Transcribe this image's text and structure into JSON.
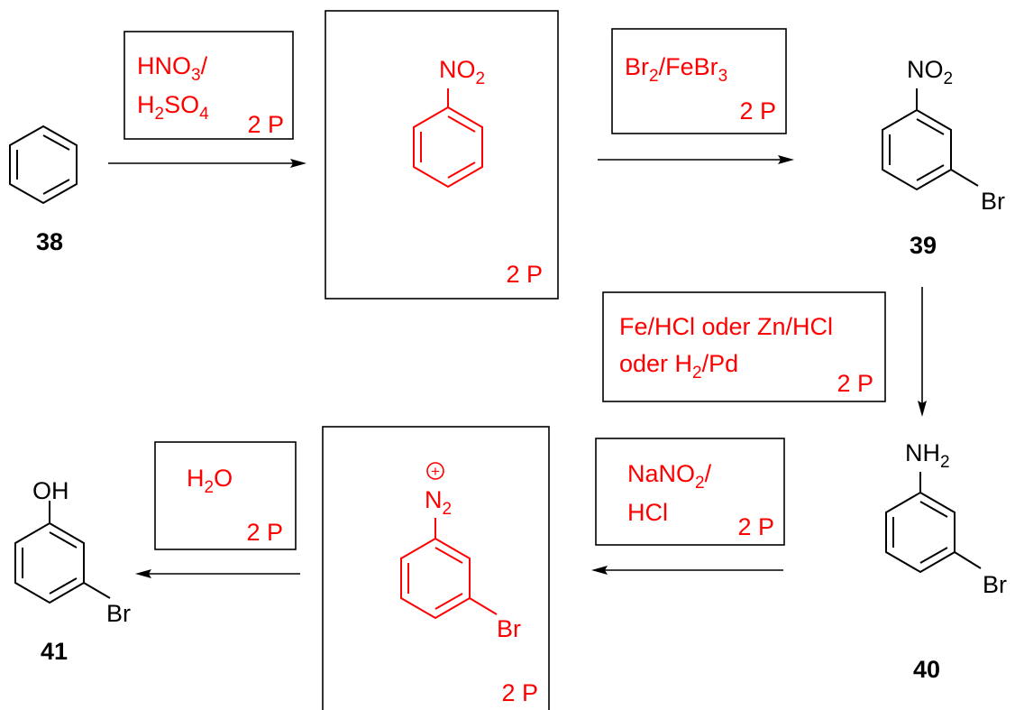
{
  "compounds": {
    "c38": {
      "number": "38"
    },
    "c39": {
      "number": "39",
      "top_group": "NO",
      "top_sub": "2",
      "side_group": "Br"
    },
    "c40": {
      "number": "40",
      "top_group": "NH",
      "top_sub": "2",
      "side_group": "Br"
    },
    "c41": {
      "number": "41",
      "top_group": "OH",
      "side_group": "Br"
    },
    "int_nitro": {
      "top_group": "NO",
      "top_sub": "2",
      "points": "2 P"
    },
    "int_diazo": {
      "top_group": "N",
      "top_sub": "2",
      "charge": "+",
      "side_group": "Br",
      "points": "2 P"
    }
  },
  "reagents": {
    "r1": {
      "line1_a": "HNO",
      "line1_sub": "3",
      "line1_b": "/",
      "line2_a": "H",
      "line2_sub": "2",
      "line2_b": "SO",
      "line2_sub2": "4",
      "points": "2 P"
    },
    "r2": {
      "a": "Br",
      "a_sub": "2",
      "b": "/FeBr",
      "b_sub": "3",
      "points": "2 P"
    },
    "r3": {
      "line1": "Fe/HCl oder Zn/HCl",
      "line2_a": "oder H",
      "line2_sub": "2",
      "line2_b": "/Pd",
      "points": "2 P"
    },
    "r4": {
      "line1_a": "NaNO",
      "line1_sub": "2",
      "line1_b": "/",
      "line2": "HCl",
      "points": "2 P"
    },
    "r5": {
      "a": "H",
      "a_sub": "2",
      "b": "O",
      "points": "2 P"
    }
  },
  "colors": {
    "answer": "#ff0000",
    "given": "#000000"
  }
}
